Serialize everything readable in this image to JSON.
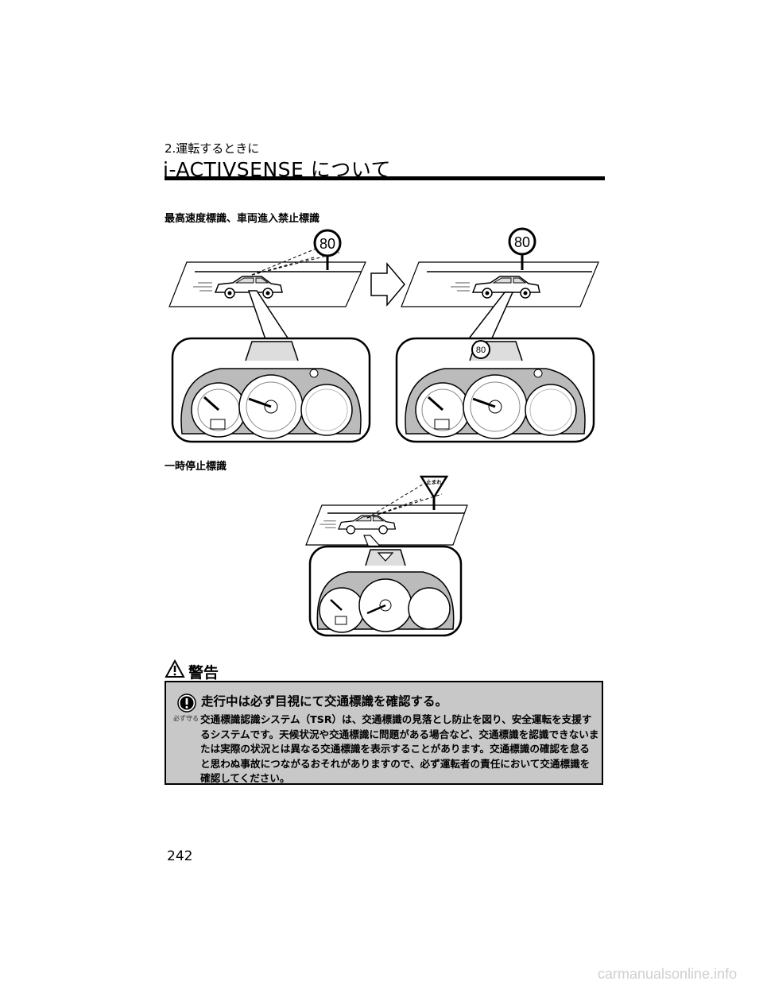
{
  "header": {
    "chapter": "2.運転するときに",
    "title": "i-ACTIVSENSE について"
  },
  "sections": {
    "speed_limit_heading": "最高速度標識、車両進入禁止標識",
    "stop_sign_heading": "一時停止標識"
  },
  "figures": {
    "speed_sign_value": "80",
    "stop_sign_text": "止まれ"
  },
  "warning": {
    "label": "警告",
    "must_label": "必ず守る",
    "headline": "走行中は必ず目視にて交通標識を確認する。",
    "body": "交通標識認識システム（TSR）は、交通標識の見落とし防止を図り、安全運転を支援するシステムです。天候状況や交通標識に問題がある場合など、交通標識を認識できないまたは実際の状況とは異なる交通標識を表示することがあります。交通標識の確認を怠ると思わぬ事故につながるおそれがありますので、必ず運転者の責任において交通標識を確認してください。"
  },
  "page_number": "242",
  "watermark": "carmanualsonline.info"
}
